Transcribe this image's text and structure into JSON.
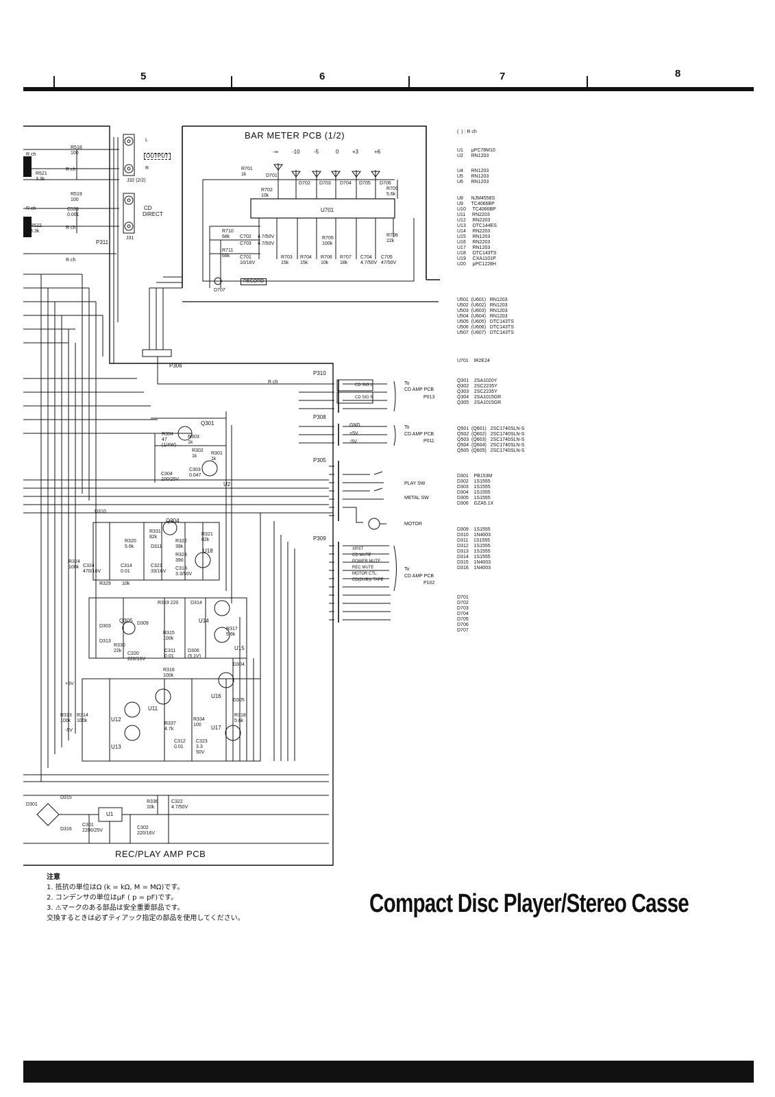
{
  "grid": {
    "zones": [
      "5",
      "6",
      "7",
      "8"
    ]
  },
  "pcbs": {
    "bar_meter": "BAR METER PCB  (1/2)",
    "rec_play": "REC/PLAY AMP PCB"
  },
  "bar_meter_scale": [
    "-∞",
    "-10",
    "-5",
    "0",
    "+3",
    "+6"
  ],
  "labels": {
    "output": "OUTPUT",
    "cd_direct_1": "CD",
    "cd_direct_2": "DIRECT",
    "jack_l": "L",
    "jack_r": "R",
    "j32": "J32 (2/2)",
    "j31": "J31",
    "record": "RECORD",
    "u701": "U701",
    "p311": "P311",
    "p306": "P306",
    "p310": "P310",
    "p308": "P308",
    "p305": "P305",
    "p309": "P309",
    "rch": "R ch",
    "cd_sig_l": "CD SIG L",
    "cd_sig_r": "CD SIG R",
    "gnd": "GND",
    "p5v": "+5V",
    "m5v": "-5V",
    "to": "To",
    "cd_amp_pcb": "CD AMP PCB",
    "p013": "P013",
    "p011": "P011",
    "p102": "P102",
    "play_sw": "PLAY SW",
    "metal_sw": "METAL SW",
    "motor": "MOTOR",
    "xrst": "XRST",
    "cd_mute": "CD MUTE",
    "power_mute": "POWER MUTE",
    "rec_mute": "REC MUTE",
    "motor_ctl": "MOTOR CTL.",
    "cd_dubi_tape": "CD(DUBI)/ TAPE",
    "plus5v": "+5V",
    "minus5v": "-5V"
  },
  "components": {
    "r518": "R518\n100",
    "r521": "R521\n3.3k",
    "r519": "R519\n100",
    "c533": "C533\n0.001",
    "r522": "R522\n3.3k",
    "r701": "R701\n1k",
    "r702": "R702\n10k",
    "r709": "R709\n5.6k",
    "r710": "R710\n68k",
    "r711": "R711\n68k",
    "c702": "C702",
    "c702v": "4.7/50V",
    "c703": "C703",
    "c703v": "4.7/50V",
    "c701": "C701\n10/16V",
    "r703": "R703\n15k",
    "r704": "R704\n15k",
    "r705": "R705\n100k",
    "r706": "R706\n10k",
    "r707": "R707\n18k",
    "c704": "C704\n4.7/50V",
    "c705": "C705\n47/50V",
    "r708": "R708\n22k",
    "d701": "D701",
    "d702": "D702",
    "d703": "D703",
    "d704": "D704",
    "d705": "D705",
    "d706": "D706",
    "d707": "D707",
    "q301": "Q301",
    "r304": "R304\n47\n(1/4W)",
    "r303": "R303\n1k",
    "r302": "R302\n1k",
    "r301": "R301\n1k",
    "c304": "C304\n100/25V",
    "c303": "C303\n0.047",
    "u2": "U2",
    "d310": "D310",
    "q304": "Q304",
    "r320": "R320\n5.6k",
    "r331": "R331\n82k",
    "r322": "R322\n39k",
    "r321": "R321\n82k",
    "d311": "D311",
    "r323": "R323\n390",
    "u18": "U18",
    "r324": "R324\n100k",
    "c324": "C324\n470/16V",
    "c314": "C314\n0.01",
    "c321": "C321\n33/16V",
    "c313": "C313\n3.3/50V",
    "r329": "R329",
    "r329v": "10k",
    "r319": "R319  220",
    "d314": "D314",
    "u14": "U14",
    "d303": "D303",
    "q305": "Q305",
    "d309": "D309",
    "d313": "D313",
    "r330": "R330\n22k",
    "c320": "C320\n220/16V",
    "r315": "R315\n100k",
    "c311": "C311\n0.01",
    "d306": "D306\n(5.1V)",
    "r317": "R317\n5.6k",
    "u15": "U15",
    "d304": "D304",
    "r316": "R316\n100k",
    "u16": "U16",
    "d305": "D305",
    "r318": "R318\n5.6k",
    "r313": "R313\n100k",
    "r314": "R314\n100k",
    "u11": "U11",
    "u12": "U12",
    "r337": "R337\n4.7k",
    "r334": "R334\n100",
    "u17": "U17",
    "c312": "C312\n0.01",
    "c323": "C323\n3.3\n50V",
    "u13": "U13",
    "d301": "D301",
    "d315": "D315",
    "d316": "D316",
    "u1": "U1",
    "c301": "C301\n2200/25V",
    "c302": "C302\n220/16V",
    "r336": "R336\n10k",
    "c322": "C322\n4.7/50V"
  },
  "parts_legend": {
    "rch_note": "(  ) : R ch",
    "u_group_1": "U1      μPC78M10\nU2      RN1203",
    "u_group_2": "U4      RN1203\nU5      RN1203\nU6      RN1203",
    "u_group_3": "U8      NJM4558S\nU9      TC4066BP\nU10     TC4066BP\nU11     RN2203\nU12     RN2203\nU13     DTC144ES\nU14     RN2203\nU15     RN1203\nU16     RN2203\nU17     RN1203\nU18     DTC143TS\nU19     CXA1101P\nU20     μPC1228H",
    "u_group_4": "U501  (U601)   RN1203\nU502  (U602)   RN1203\nU503  (U603)   RN1203\nU504  (U604)   RN1203\nU505  (U605)   DTC143TS\nU506  (U606)   DTC143TS\nU507  (U607)   DTC143TS",
    "u_group_5": "U701    IR2E24",
    "q_group_1": "Q301    2SA1020Y\nQ302    2SC2235Y\nQ303    2SC2235Y\nQ304    2SA1015GR\nQ305    2SA1015GR",
    "q_group_2": "Q501  (Q601)   2SC1740SLN-S\nQ502  (Q602)   2SC1740SLN-S\nQ503  (Q603)   2SC1740SLN-S\nQ504  (Q604)   2SC1740SLN-S\nQ505  (Q605)   2SC1740SLN-S",
    "d_group_1": "D301    PB153M\nD302    1S1555\nD303    1S1555\nD304    1S1555\nD305    1S1555\nD306    GZA5.1X",
    "d_group_2": "D309    1S1555\nD310    1N4003\nD311    1S1555\nD312    1S1555\nD313    1S1555\nD314    1S1555\nD315    1N4003\nD316    1N4003",
    "d_group_3": "D701\nD702\nD703\nD704\nD705\nD706\nD707"
  },
  "notes": {
    "heading": "注意",
    "line1": "1.  抵抗の単位はΩ (k = kΩ,  M = MΩ)です。",
    "line2": "2.  コンデンサの単位はμF ( p = pF)です。",
    "line3": "3.  ⚠マークのある部品は安全重要部品です。",
    "line4": "      交換するときは必ずティアック指定の部品を使用してください。"
  },
  "footer_title": "Compact Disc Player/Stereo Casse"
}
